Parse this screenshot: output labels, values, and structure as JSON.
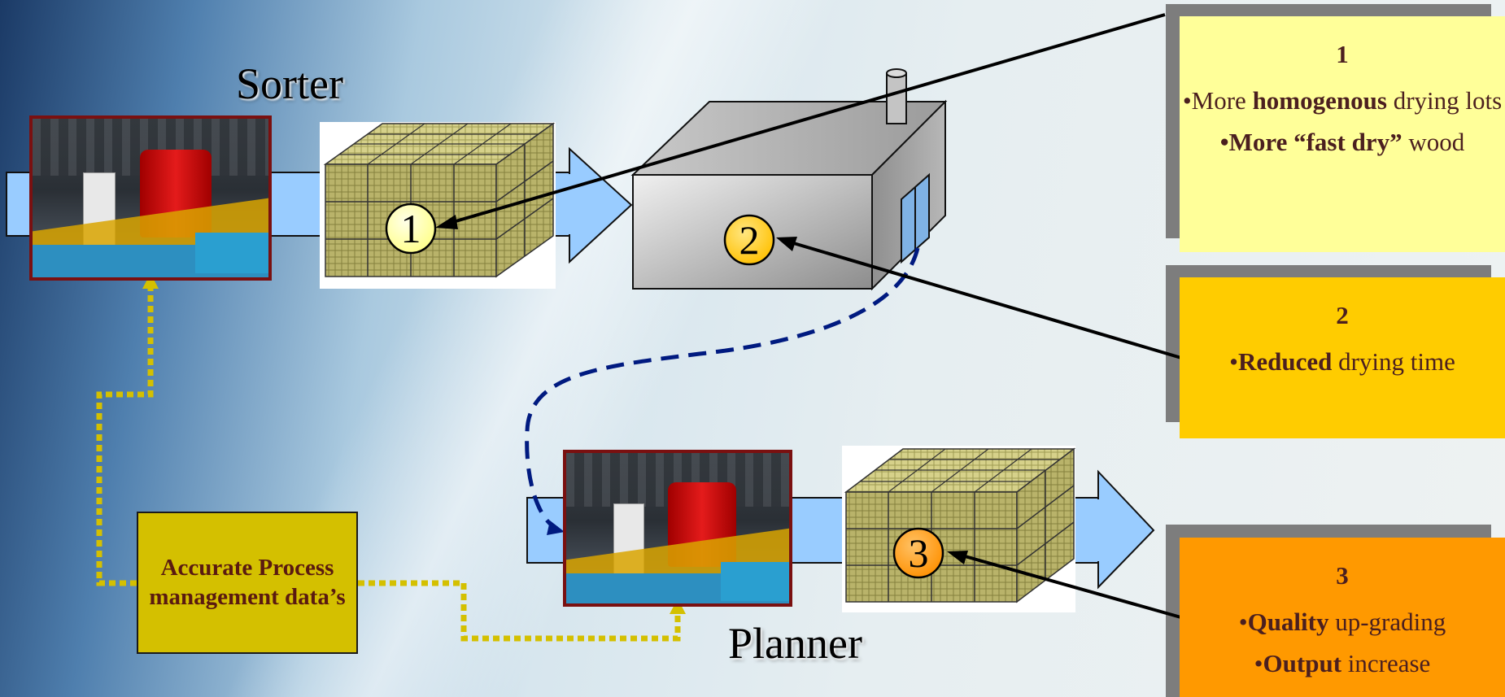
{
  "titles": {
    "sorter": "Sorter",
    "planner": "Planner"
  },
  "markers": {
    "m1": "1",
    "m2": "2",
    "m3": "3"
  },
  "data_box": {
    "text": "Accurate Process management data’s"
  },
  "callout1": {
    "number": "1",
    "line1_pre": "•More ",
    "line1_bold": "homogenous",
    "line1_post": " drying lots",
    "line2_bold": "•More “fast dry”",
    "line2_post": " wood"
  },
  "callout2": {
    "number": "2",
    "line1_bold": "Reduced",
    "line1_post": " drying time"
  },
  "callout3": {
    "number": "3",
    "line1_bold": "Quality",
    "line1_post": " up-grading",
    "line2_bold": "Output",
    "line2_post": " increase"
  },
  "colors": {
    "callout1_bg": "#ffff99",
    "callout2_bg": "#ffcc00",
    "callout3_bg": "#ff9900",
    "flow_arrow": "#99ccff",
    "kiln_body": "#c8c8c8",
    "data_box_bg": "#d4c000",
    "dashed_path": "#001a80",
    "dotted_path": "#d4c000"
  }
}
